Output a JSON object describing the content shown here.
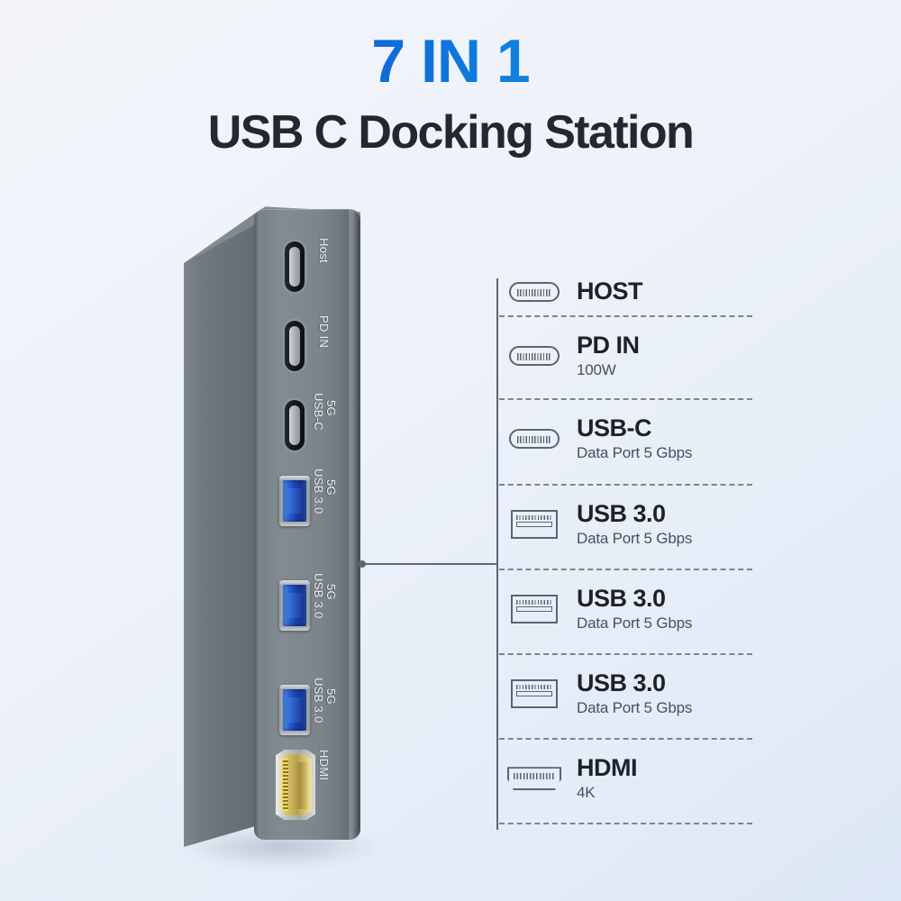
{
  "header": {
    "eyebrow": "7 IN 1",
    "title": "USB C Docking Station"
  },
  "colors": {
    "gradient_start": "#1048d0",
    "gradient_end": "#0ab4e8",
    "title_dark": "#24282e",
    "legend_title": "#1e2228",
    "legend_sub": "#47505c",
    "line": "#5b6676",
    "device_body": "#7d868c",
    "usb3_blue": "#1b3fae",
    "hdmi_gold": "#d7c06a"
  },
  "device": {
    "name": "usb-c-docking-station",
    "ports": [
      {
        "id": "host",
        "type": "usb-c",
        "label_line1": "Host",
        "label_line2": ""
      },
      {
        "id": "pd-in",
        "type": "usb-c",
        "label_line1": "PD IN",
        "label_line2": ""
      },
      {
        "id": "usb-c",
        "type": "usb-c",
        "label_line1": "USB-C",
        "label_line2": "5G"
      },
      {
        "id": "usb3-1",
        "type": "usb-a",
        "label_line1": "USB 3.0",
        "label_line2": "5G"
      },
      {
        "id": "usb3-2",
        "type": "usb-a",
        "label_line1": "USB 3.0",
        "label_line2": "5G"
      },
      {
        "id": "usb3-3",
        "type": "usb-a",
        "label_line1": "USB 3.0",
        "label_line2": "5G"
      },
      {
        "id": "hdmi",
        "type": "hdmi",
        "label_line1": "HDMI",
        "label_line2": ""
      }
    ]
  },
  "legend": {
    "rows": [
      {
        "icon": "usb-c-port-icon",
        "title": "HOST",
        "sub": ""
      },
      {
        "icon": "usb-c-port-icon",
        "title": "PD IN",
        "sub": "100W"
      },
      {
        "icon": "usb-c-port-icon",
        "title": "USB-C",
        "sub": "Data Port 5 Gbps"
      },
      {
        "icon": "usb-a-port-icon",
        "title": "USB 3.0",
        "sub": "Data Port 5 Gbps"
      },
      {
        "icon": "usb-a-port-icon",
        "title": "USB 3.0",
        "sub": "Data Port 5 Gbps"
      },
      {
        "icon": "usb-a-port-icon",
        "title": "USB 3.0",
        "sub": "Data Port 5 Gbps"
      },
      {
        "icon": "hdmi-port-icon",
        "title": "HDMI",
        "sub": "4K"
      }
    ]
  }
}
